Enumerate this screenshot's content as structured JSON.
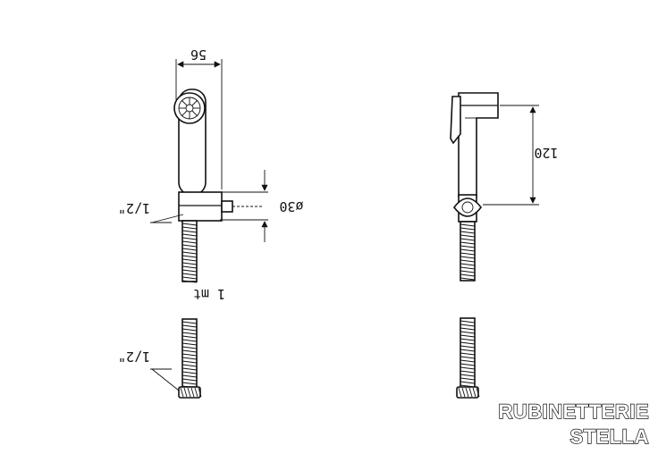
{
  "dimensions": {
    "width_top": "56",
    "diameter": "ø30",
    "height_right": "120",
    "hose_length": "1 mt",
    "thread_upper": "1/2\"",
    "thread_lower": "1/2\""
  },
  "brand": {
    "line1": "RUBINETTERIE",
    "line2": "STELLA"
  }
}
